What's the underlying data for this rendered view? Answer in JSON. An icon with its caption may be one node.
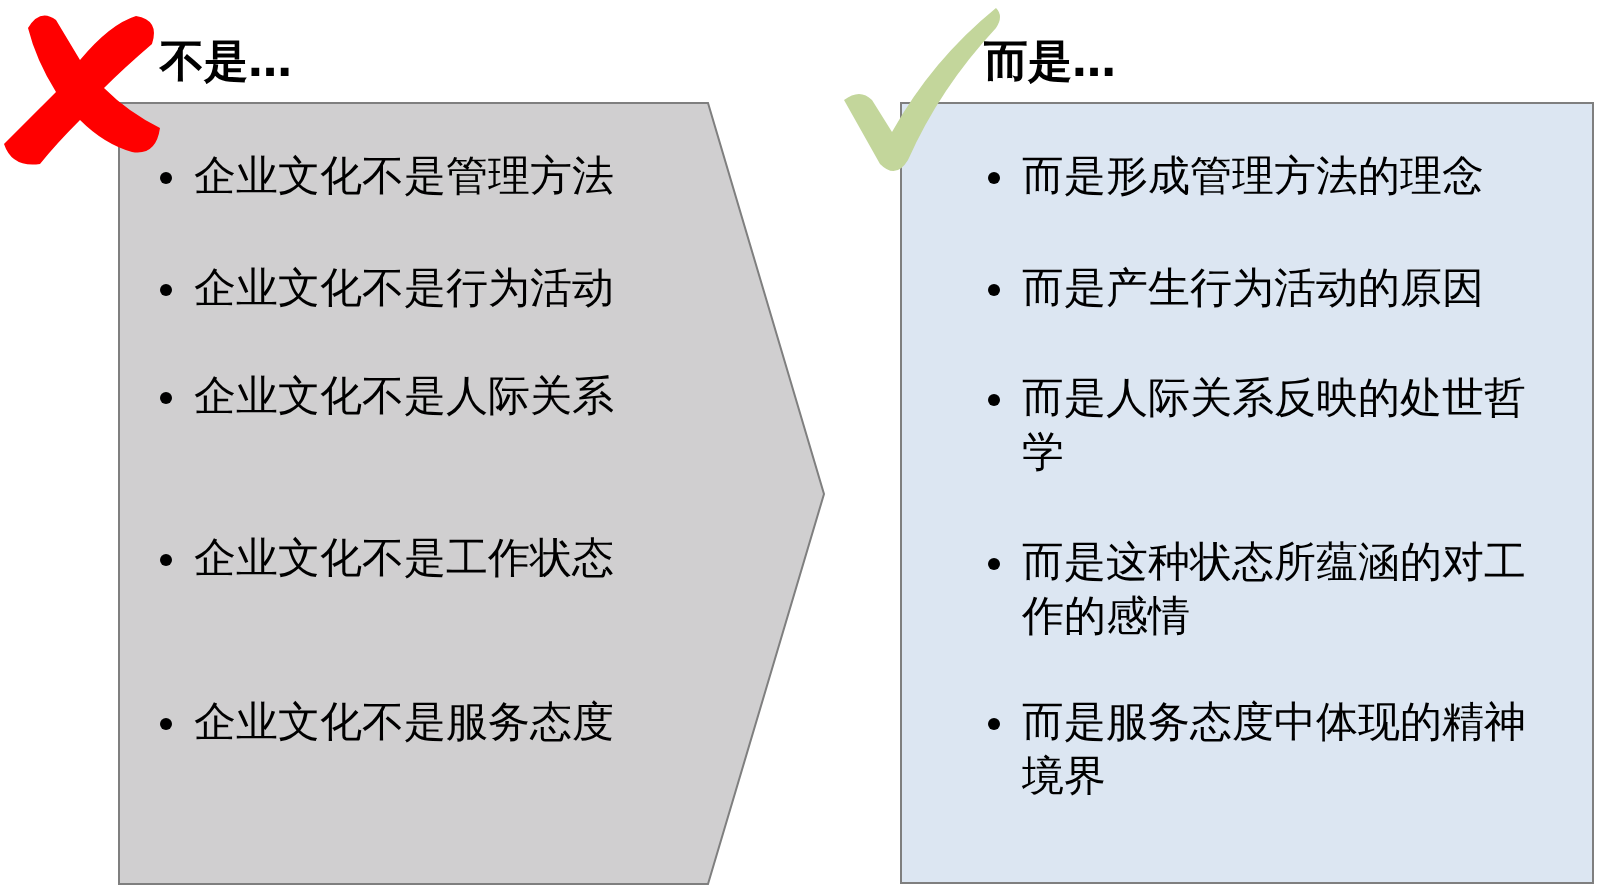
{
  "diagram": {
    "nodes": [
      {
        "text": [
          "不是…",
          "企业文化不是管理方法",
          "企业文化不是行为活动",
          "企业文化不是人际关系",
          "企业文化不是工作状态",
          "企业文化不是服务态度"
        ]
      },
      {
        "text": [
          "而是…",
          "而是形成管理方法的理念",
          "而是产生行为活动的原因",
          "而是人际关系反映的处世哲学",
          "而是这种状态所蕴涵的对工作的感情",
          "而是服务态度中体现的精神境界"
        ]
      }
    ]
  }
}
